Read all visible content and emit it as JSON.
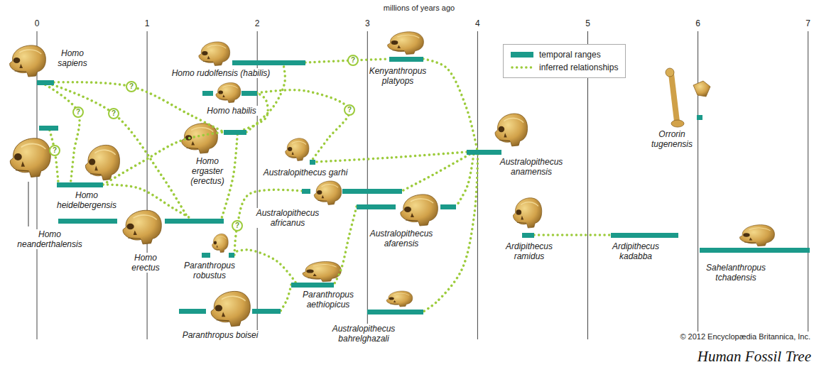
{
  "diagram": {
    "caption": "Human Fossil Tree",
    "nodes": [
      {
        "text": [
          "Homo sapiens"
        ]
      },
      {
        "text": [
          "Homo neanderthalensis"
        ]
      },
      {
        "text": [
          "Homo heidelbergensis"
        ]
      },
      {
        "text": [
          "Homo erectus"
        ]
      },
      {
        "text": [
          "Homo ergaster (erectus)"
        ]
      },
      {
        "text": [
          "Homo rudolfensis (habilis)"
        ]
      },
      {
        "text": [
          "Homo habilis"
        ]
      },
      {
        "text": [
          "Kenyanthropus platyops"
        ]
      },
      {
        "text": [
          "Australopithecus garhi"
        ]
      },
      {
        "text": [
          "Australopithecus anamensis"
        ]
      },
      {
        "text": [
          "Australopithecus africanus"
        ]
      },
      {
        "text": [
          "Australopithecus afarensis"
        ]
      },
      {
        "text": [
          "Paranthropus robustus"
        ]
      },
      {
        "text": [
          "Paranthropus aethiopicus"
        ]
      },
      {
        "text": [
          "Paranthropus boisei"
        ]
      },
      {
        "text": [
          "Australopithecus bahrelghazali"
        ]
      },
      {
        "text": [
          "Ardipithecus ramidus"
        ]
      },
      {
        "text": [
          "Ardipithecus kadabba"
        ]
      },
      {
        "text": [
          "Orrorin tugenensis"
        ]
      },
      {
        "text": [
          "Sahelanthropus tchadensis"
        ]
      }
    ],
    "edges": [
      {
        "from": 0,
        "to": 2,
        "arrow": "none",
        "label": "?"
      },
      {
        "from": 0,
        "to": 3,
        "arrow": "none",
        "label": "?"
      },
      {
        "from": 0,
        "to": 4,
        "arrow": "none",
        "label": "?"
      },
      {
        "from": 1,
        "to": 2,
        "arrow": "none",
        "label": "?"
      },
      {
        "from": 2,
        "to": 4,
        "arrow": "none"
      },
      {
        "from": 2,
        "to": 3,
        "arrow": "none"
      },
      {
        "from": 4,
        "to": 3,
        "arrow": "none"
      },
      {
        "from": 4,
        "to": 5,
        "arrow": "none"
      },
      {
        "from": 4,
        "to": 6,
        "arrow": "none"
      },
      {
        "from": 5,
        "to": 7,
        "arrow": "none",
        "label": "?"
      },
      {
        "from": 6,
        "to": 8,
        "arrow": "none",
        "label": "?"
      },
      {
        "from": 7,
        "to": 9,
        "arrow": "none"
      },
      {
        "from": 9,
        "to": 8,
        "arrow": "none"
      },
      {
        "from": 9,
        "to": 10,
        "arrow": "none"
      },
      {
        "from": 9,
        "to": 11,
        "arrow": "none"
      },
      {
        "from": 9,
        "to": 15,
        "arrow": "none"
      },
      {
        "from": 11,
        "to": 13,
        "arrow": "none"
      },
      {
        "from": 10,
        "to": 12,
        "arrow": "none",
        "label": "?"
      },
      {
        "from": 13,
        "to": 12,
        "arrow": "none"
      },
      {
        "from": 13,
        "to": 14,
        "arrow": "none"
      },
      {
        "from": 16,
        "to": 17,
        "arrow": "none"
      }
    ],
    "labels": [
      "millions of years ago",
      "0",
      "1",
      "2",
      "3",
      "4",
      "5",
      "6",
      "7",
      "© 2012 Encyclopædia Britannica, Inc."
    ],
    "legend": [
      {
        "text": "temporal ranges",
        "color": "#1b9a8a"
      },
      {
        "text": "inferred relationships"
      }
    ]
  }
}
